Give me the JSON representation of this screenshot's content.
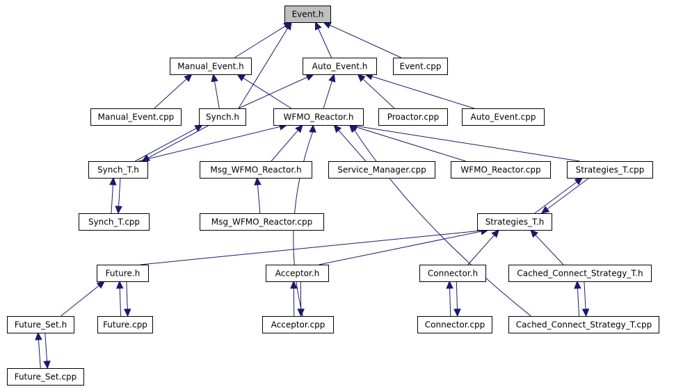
{
  "graph": {
    "highlight_color": "#bfbfbf",
    "edge_color": "#191970",
    "nodes": [
      {
        "id": "event_h",
        "label": "Event.h",
        "highlight": true
      },
      {
        "id": "manual_event_h",
        "label": "Manual_Event.h"
      },
      {
        "id": "auto_event_h",
        "label": "Auto_Event.h"
      },
      {
        "id": "event_cpp",
        "label": "Event.cpp"
      },
      {
        "id": "manual_event_cpp",
        "label": "Manual_Event.cpp"
      },
      {
        "id": "synch_h",
        "label": "Synch.h"
      },
      {
        "id": "wfmo_reactor_h",
        "label": "WFMO_Reactor.h"
      },
      {
        "id": "proactor_cpp",
        "label": "Proactor.cpp"
      },
      {
        "id": "auto_event_cpp",
        "label": "Auto_Event.cpp"
      },
      {
        "id": "synch_t_h",
        "label": "Synch_T.h"
      },
      {
        "id": "msg_wfmo_reactor_h",
        "label": "Msg_WFMO_Reactor.h"
      },
      {
        "id": "service_manager_cpp",
        "label": "Service_Manager.cpp"
      },
      {
        "id": "wfmo_reactor_cpp",
        "label": "WFMO_Reactor.cpp"
      },
      {
        "id": "strategies_t_cpp",
        "label": "Strategies_T.cpp"
      },
      {
        "id": "synch_t_cpp",
        "label": "Synch_T.cpp"
      },
      {
        "id": "msg_wfmo_reactor_cpp",
        "label": "Msg_WFMO_Reactor.cpp"
      },
      {
        "id": "strategies_t_h",
        "label": "Strategies_T.h"
      },
      {
        "id": "future_h",
        "label": "Future.h"
      },
      {
        "id": "acceptor_h",
        "label": "Acceptor.h"
      },
      {
        "id": "connector_h",
        "label": "Connector.h"
      },
      {
        "id": "cached_connect_strategy_t_h",
        "label": "Cached_Connect_Strategy_T.h"
      },
      {
        "id": "future_set_h",
        "label": "Future_Set.h"
      },
      {
        "id": "future_cpp",
        "label": "Future.cpp"
      },
      {
        "id": "acceptor_cpp",
        "label": "Acceptor.cpp"
      },
      {
        "id": "connector_cpp",
        "label": "Connector.cpp"
      },
      {
        "id": "cached_connect_strategy_t_cpp",
        "label": "Cached_Connect_Strategy_T.cpp"
      },
      {
        "id": "future_set_cpp",
        "label": "Future_Set.cpp"
      }
    ],
    "edges": [
      {
        "from": "manual_event_h",
        "to": "event_h"
      },
      {
        "from": "synch_h",
        "to": "event_h"
      },
      {
        "from": "auto_event_h",
        "to": "event_h"
      },
      {
        "from": "event_cpp",
        "to": "event_h"
      },
      {
        "from": "manual_event_cpp",
        "to": "manual_event_h"
      },
      {
        "from": "synch_h",
        "to": "manual_event_h"
      },
      {
        "from": "wfmo_reactor_h",
        "to": "manual_event_h"
      },
      {
        "from": "synch_h",
        "to": "auto_event_h"
      },
      {
        "from": "wfmo_reactor_h",
        "to": "auto_event_h"
      },
      {
        "from": "proactor_cpp",
        "to": "auto_event_h"
      },
      {
        "from": "auto_event_cpp",
        "to": "auto_event_h"
      },
      {
        "from": "synch_t_h",
        "to": "synch_h"
      },
      {
        "from": "synch_h",
        "to": "synch_t_h"
      },
      {
        "from": "synch_t_cpp",
        "to": "synch_t_h"
      },
      {
        "from": "synch_t_h",
        "to": "synch_t_cpp"
      },
      {
        "from": "synch_t_h",
        "to": "wfmo_reactor_h"
      },
      {
        "from": "msg_wfmo_reactor_h",
        "to": "wfmo_reactor_h"
      },
      {
        "from": "service_manager_cpp",
        "to": "wfmo_reactor_h"
      },
      {
        "from": "wfmo_reactor_cpp",
        "to": "wfmo_reactor_h"
      },
      {
        "from": "strategies_t_cpp",
        "to": "wfmo_reactor_h"
      },
      {
        "from": "acceptor_cpp",
        "to": "wfmo_reactor_h"
      },
      {
        "from": "cached_connect_strategy_t_cpp",
        "to": "wfmo_reactor_h"
      },
      {
        "from": "msg_wfmo_reactor_cpp",
        "to": "msg_wfmo_reactor_h"
      },
      {
        "from": "strategies_t_h",
        "to": "strategies_t_cpp"
      },
      {
        "from": "strategies_t_cpp",
        "to": "strategies_t_h"
      },
      {
        "from": "future_h",
        "to": "strategies_t_h"
      },
      {
        "from": "acceptor_h",
        "to": "strategies_t_h"
      },
      {
        "from": "connector_h",
        "to": "strategies_t_h"
      },
      {
        "from": "cached_connect_strategy_t_h",
        "to": "strategies_t_h"
      },
      {
        "from": "future_set_h",
        "to": "future_h"
      },
      {
        "from": "future_cpp",
        "to": "future_h"
      },
      {
        "from": "future_h",
        "to": "future_cpp"
      },
      {
        "from": "acceptor_cpp",
        "to": "acceptor_h"
      },
      {
        "from": "acceptor_h",
        "to": "acceptor_cpp"
      },
      {
        "from": "connector_cpp",
        "to": "connector_h"
      },
      {
        "from": "connector_h",
        "to": "connector_cpp"
      },
      {
        "from": "cached_connect_strategy_t_cpp",
        "to": "cached_connect_strategy_t_h"
      },
      {
        "from": "cached_connect_strategy_t_h",
        "to": "cached_connect_strategy_t_cpp"
      },
      {
        "from": "future_set_cpp",
        "to": "future_set_h"
      },
      {
        "from": "future_set_h",
        "to": "future_set_cpp"
      }
    ]
  }
}
